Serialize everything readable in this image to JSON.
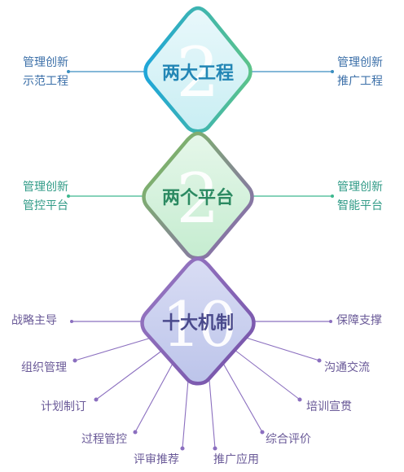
{
  "sections": [
    {
      "number": "2",
      "title": "两大工程",
      "left": [
        "管理创新",
        "示范工程"
      ],
      "right": [
        "管理创新",
        "推广工程"
      ]
    },
    {
      "number": "2",
      "title": "两个平台",
      "left": [
        "管理创新",
        "管控平台"
      ],
      "right": [
        "管理创新",
        "智能平台"
      ]
    },
    {
      "number": "10",
      "title": "十大机制",
      "left_side": "战略主导",
      "right_side": "保障支撑",
      "fan": [
        "组织管理",
        "计划制订",
        "过程管控",
        "评审推荐",
        "推广应用",
        "综合评价",
        "培训宣贯",
        "沟通交流"
      ]
    }
  ],
  "colors": {
    "blue": "#27a3c9",
    "teal": "#3db88f",
    "purple": "#7e5fb0",
    "cyan_fill": "#d6f3f8",
    "green_fill": "#d5f1dc",
    "lavender_fill": "#cdd3ef"
  }
}
